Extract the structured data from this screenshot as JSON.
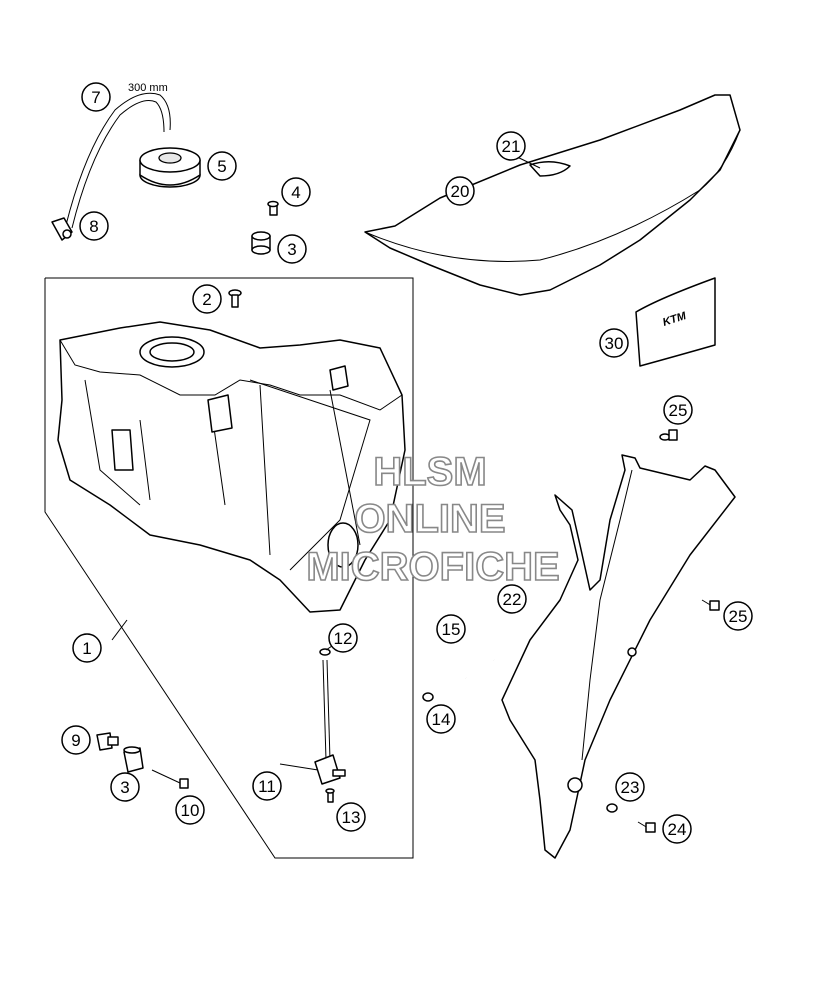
{
  "diagram": {
    "hose_length_label": "300 mm",
    "watermark": {
      "lines": [
        "HLSM",
        "ONLINE",
        "MICROFICHE"
      ]
    },
    "callouts": [
      {
        "id": "c1",
        "label": "1"
      },
      {
        "id": "c2",
        "label": "2"
      },
      {
        "id": "c3a",
        "label": "3"
      },
      {
        "id": "c3b",
        "label": "3"
      },
      {
        "id": "c4",
        "label": "4"
      },
      {
        "id": "c5",
        "label": "5"
      },
      {
        "id": "c7",
        "label": "7"
      },
      {
        "id": "c8",
        "label": "8"
      },
      {
        "id": "c9",
        "label": "9"
      },
      {
        "id": "c10",
        "label": "10"
      },
      {
        "id": "c11",
        "label": "11"
      },
      {
        "id": "c12",
        "label": "12"
      },
      {
        "id": "c13",
        "label": "13"
      },
      {
        "id": "c14",
        "label": "14"
      },
      {
        "id": "c15",
        "label": "15"
      },
      {
        "id": "c20",
        "label": "20"
      },
      {
        "id": "c21",
        "label": "21"
      },
      {
        "id": "c22",
        "label": "22"
      },
      {
        "id": "c23",
        "label": "23"
      },
      {
        "id": "c24",
        "label": "24"
      },
      {
        "id": "c25a",
        "label": "25"
      },
      {
        "id": "c25b",
        "label": "25"
      },
      {
        "id": "c30",
        "label": "30"
      }
    ]
  }
}
